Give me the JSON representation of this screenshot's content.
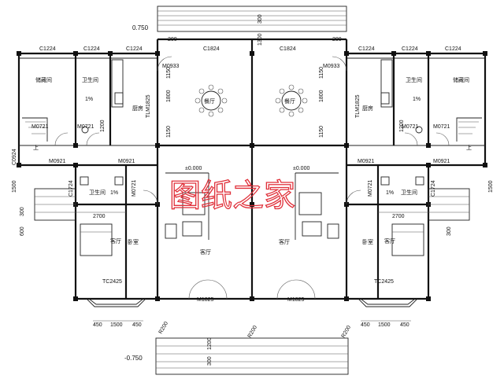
{
  "watermark": "图纸之家",
  "elevations": {
    "top": "0.750",
    "bottom": "-0.750",
    "left_floor": "±0.000",
    "right_floor": "±0.000"
  },
  "windows": {
    "c1224": "C1224",
    "c1824": "C1824",
    "c0924": "C0924",
    "c1724": "C1724",
    "tlm1825": "TLM1825",
    "tc2425": "TC2425",
    "m1825": "M1825"
  },
  "doors": {
    "m0933": "M0933",
    "m0721": "M0721",
    "m0921": "M0921"
  },
  "rooms": {
    "storage": "储藏间",
    "bathroom": "卫生间",
    "kitchen": "厨房",
    "dining": "餐厅",
    "living": "客厅",
    "bedroom": "卧室",
    "slope": "1%"
  },
  "dims": {
    "d200": "200",
    "d300": "300",
    "d450": "450",
    "d600": "600",
    "d1150": "1150",
    "d1200": "1200",
    "d1300": "1300",
    "d1500": "1500",
    "d1800": "1800",
    "d2700": "2700",
    "r200": "R200"
  },
  "stair_up": "上"
}
